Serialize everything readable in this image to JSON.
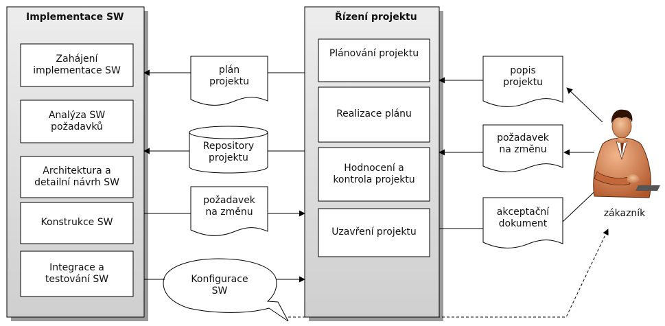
{
  "implementace": {
    "title": "Implementace SW",
    "steps": [
      "Zahájení\nimplementace SW",
      "Analýza SW\npožadavků",
      "Architektura a\ndetailní návrh SW",
      "Konstrukce SW",
      "Integrace  a\ntestování SW"
    ]
  },
  "rizeni": {
    "title": "Řízení projektu",
    "steps": [
      "Plánování projektu",
      "Realizace plánu",
      "Hodnocení a\nkontrola projektu",
      "Uzavření projektu"
    ]
  },
  "artifacts": {
    "plan": "plán\nprojektu",
    "repository": "Repository\nprojektu",
    "zmena_mid": "požadavek\nna změnu",
    "konfigurace": "Konfigurace\nSW",
    "popis": "popis\nprojektu",
    "zmena_right": "požadavek\nna změnu",
    "akceptacni": "akceptační\ndokument"
  },
  "actor": {
    "label": "zákazník",
    "icon": "businessman-icon"
  }
}
